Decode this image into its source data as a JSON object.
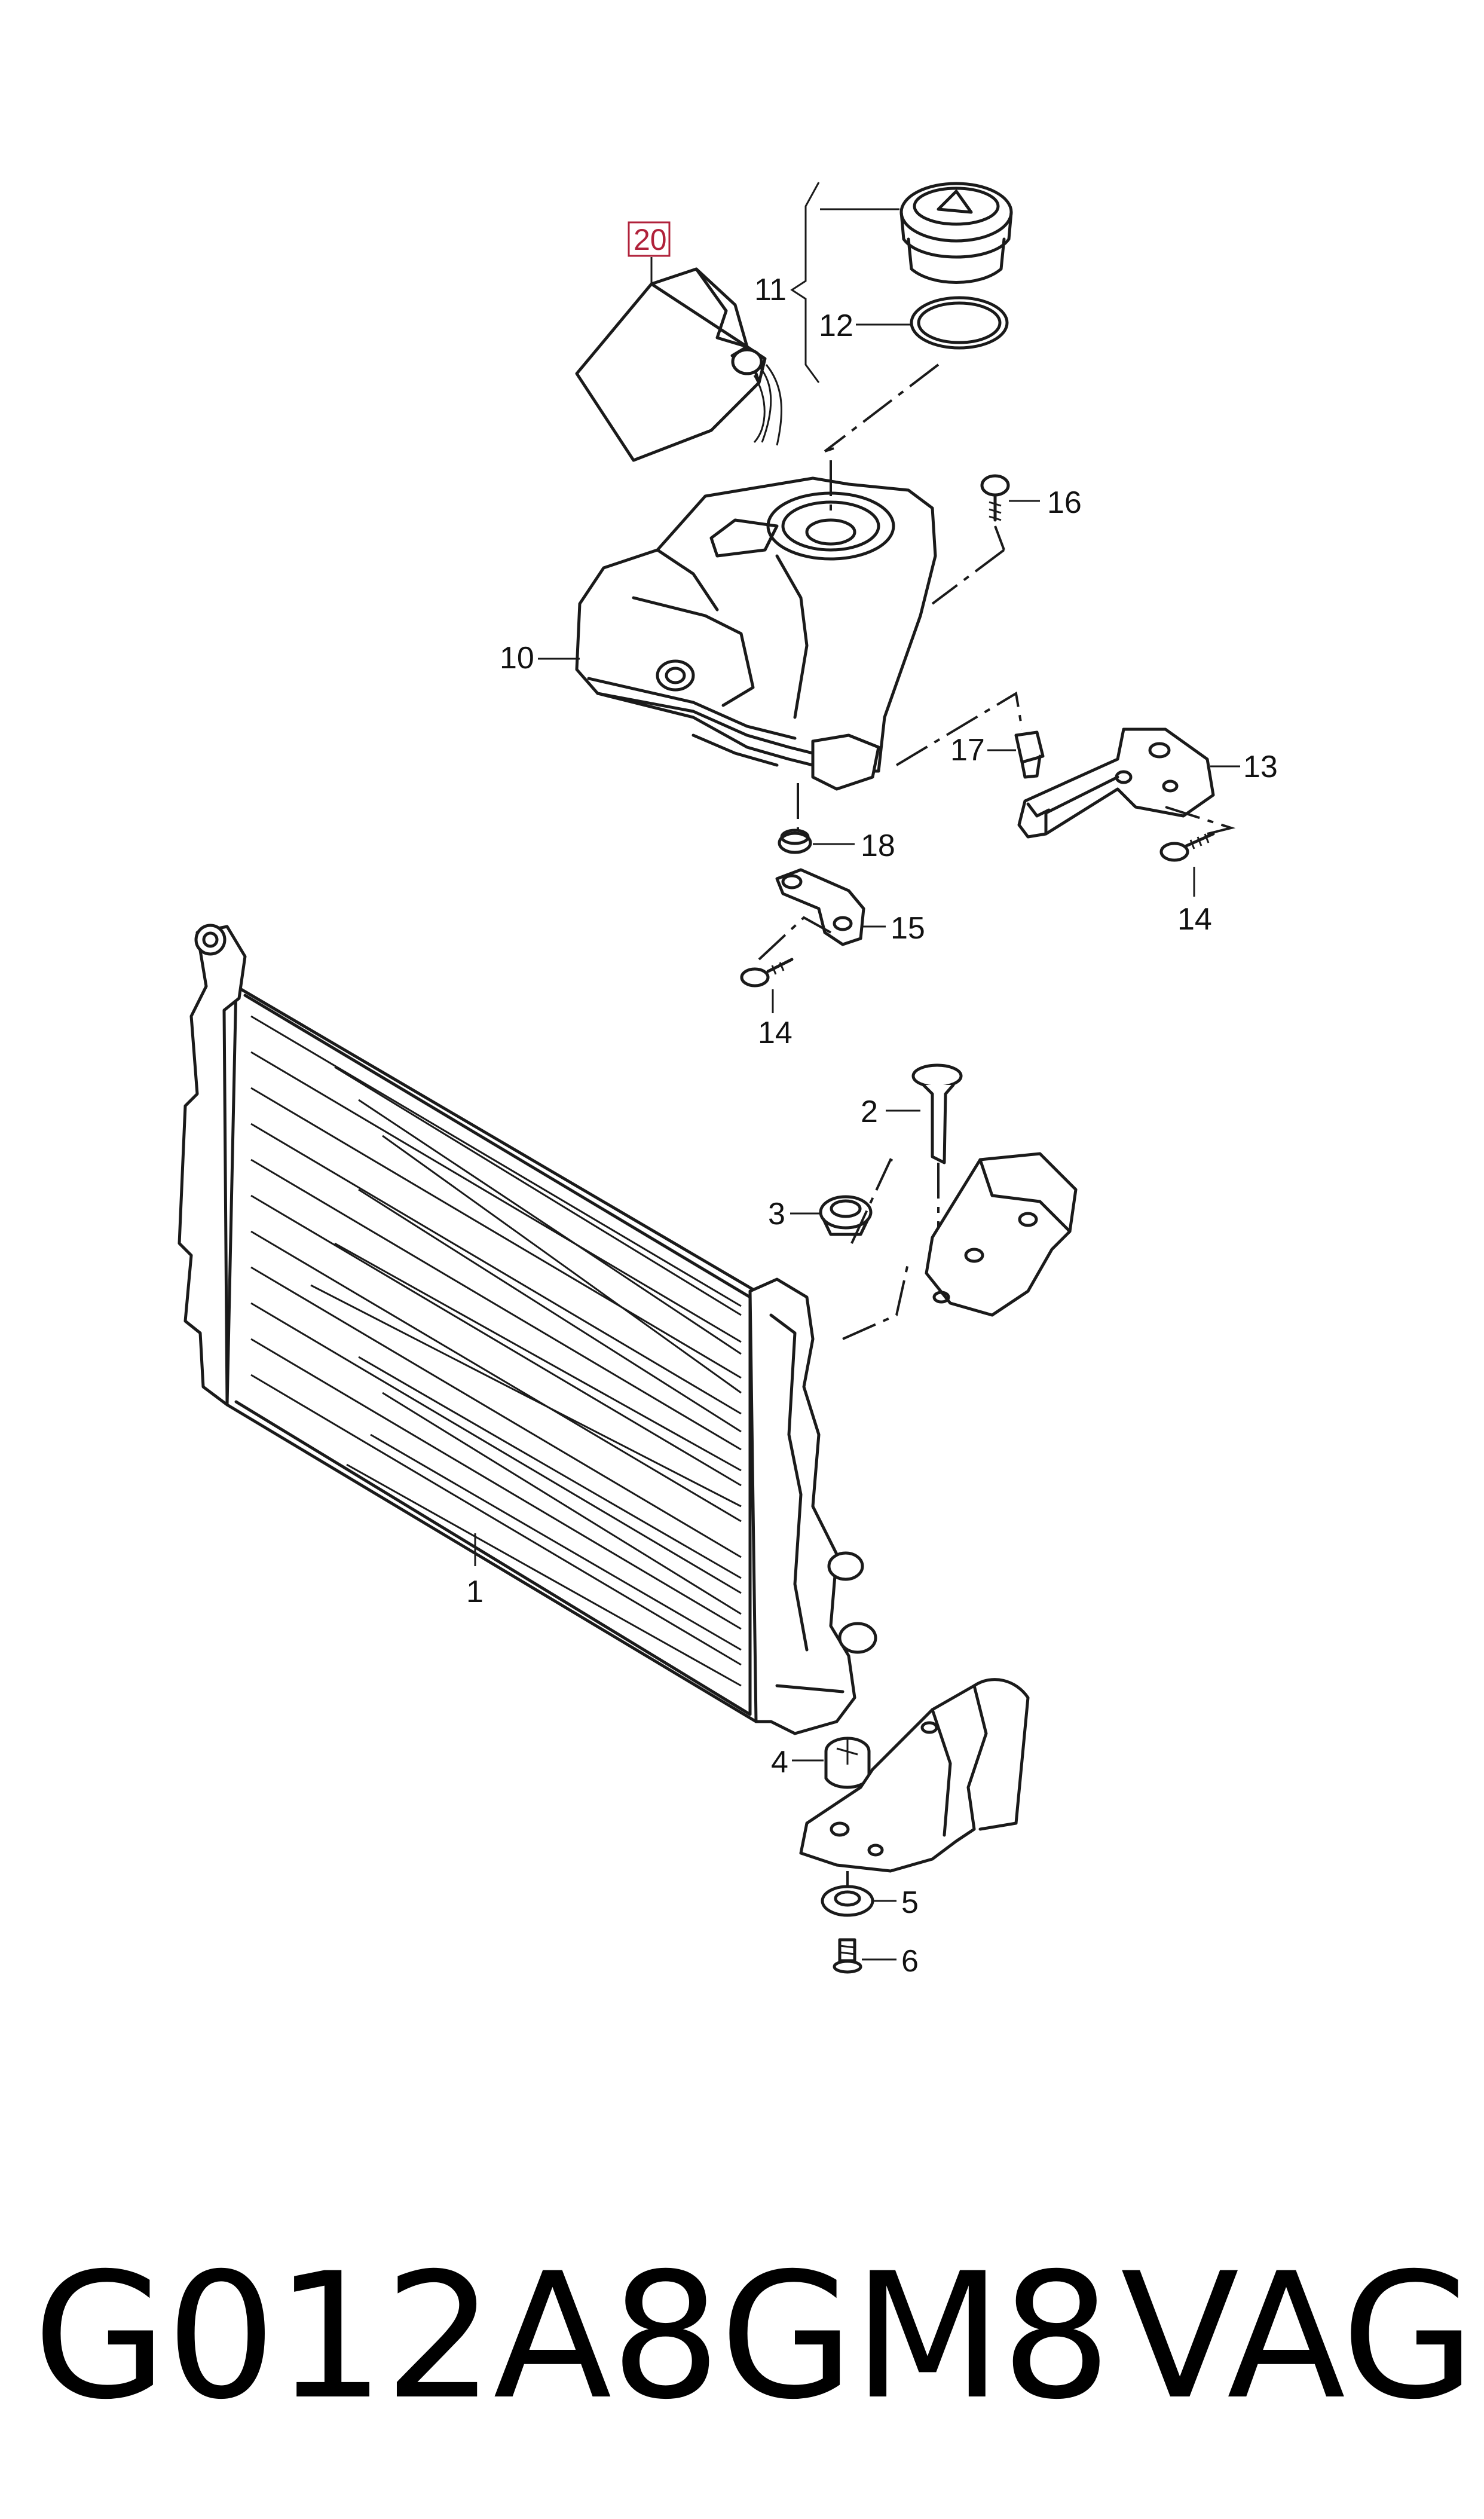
{
  "callouts": {
    "p1": "1",
    "p2": "2",
    "p3": "3",
    "p4": "4",
    "p5": "5",
    "p6": "6",
    "p10": "10",
    "p11": "11",
    "p12": "12",
    "p13": "13",
    "p14": "14",
    "p15": "15",
    "p16": "16",
    "p17": "17",
    "p18": "18",
    "p20": "20"
  },
  "footer": {
    "part_number": "G012A8GM8",
    "brand": "VAG"
  }
}
